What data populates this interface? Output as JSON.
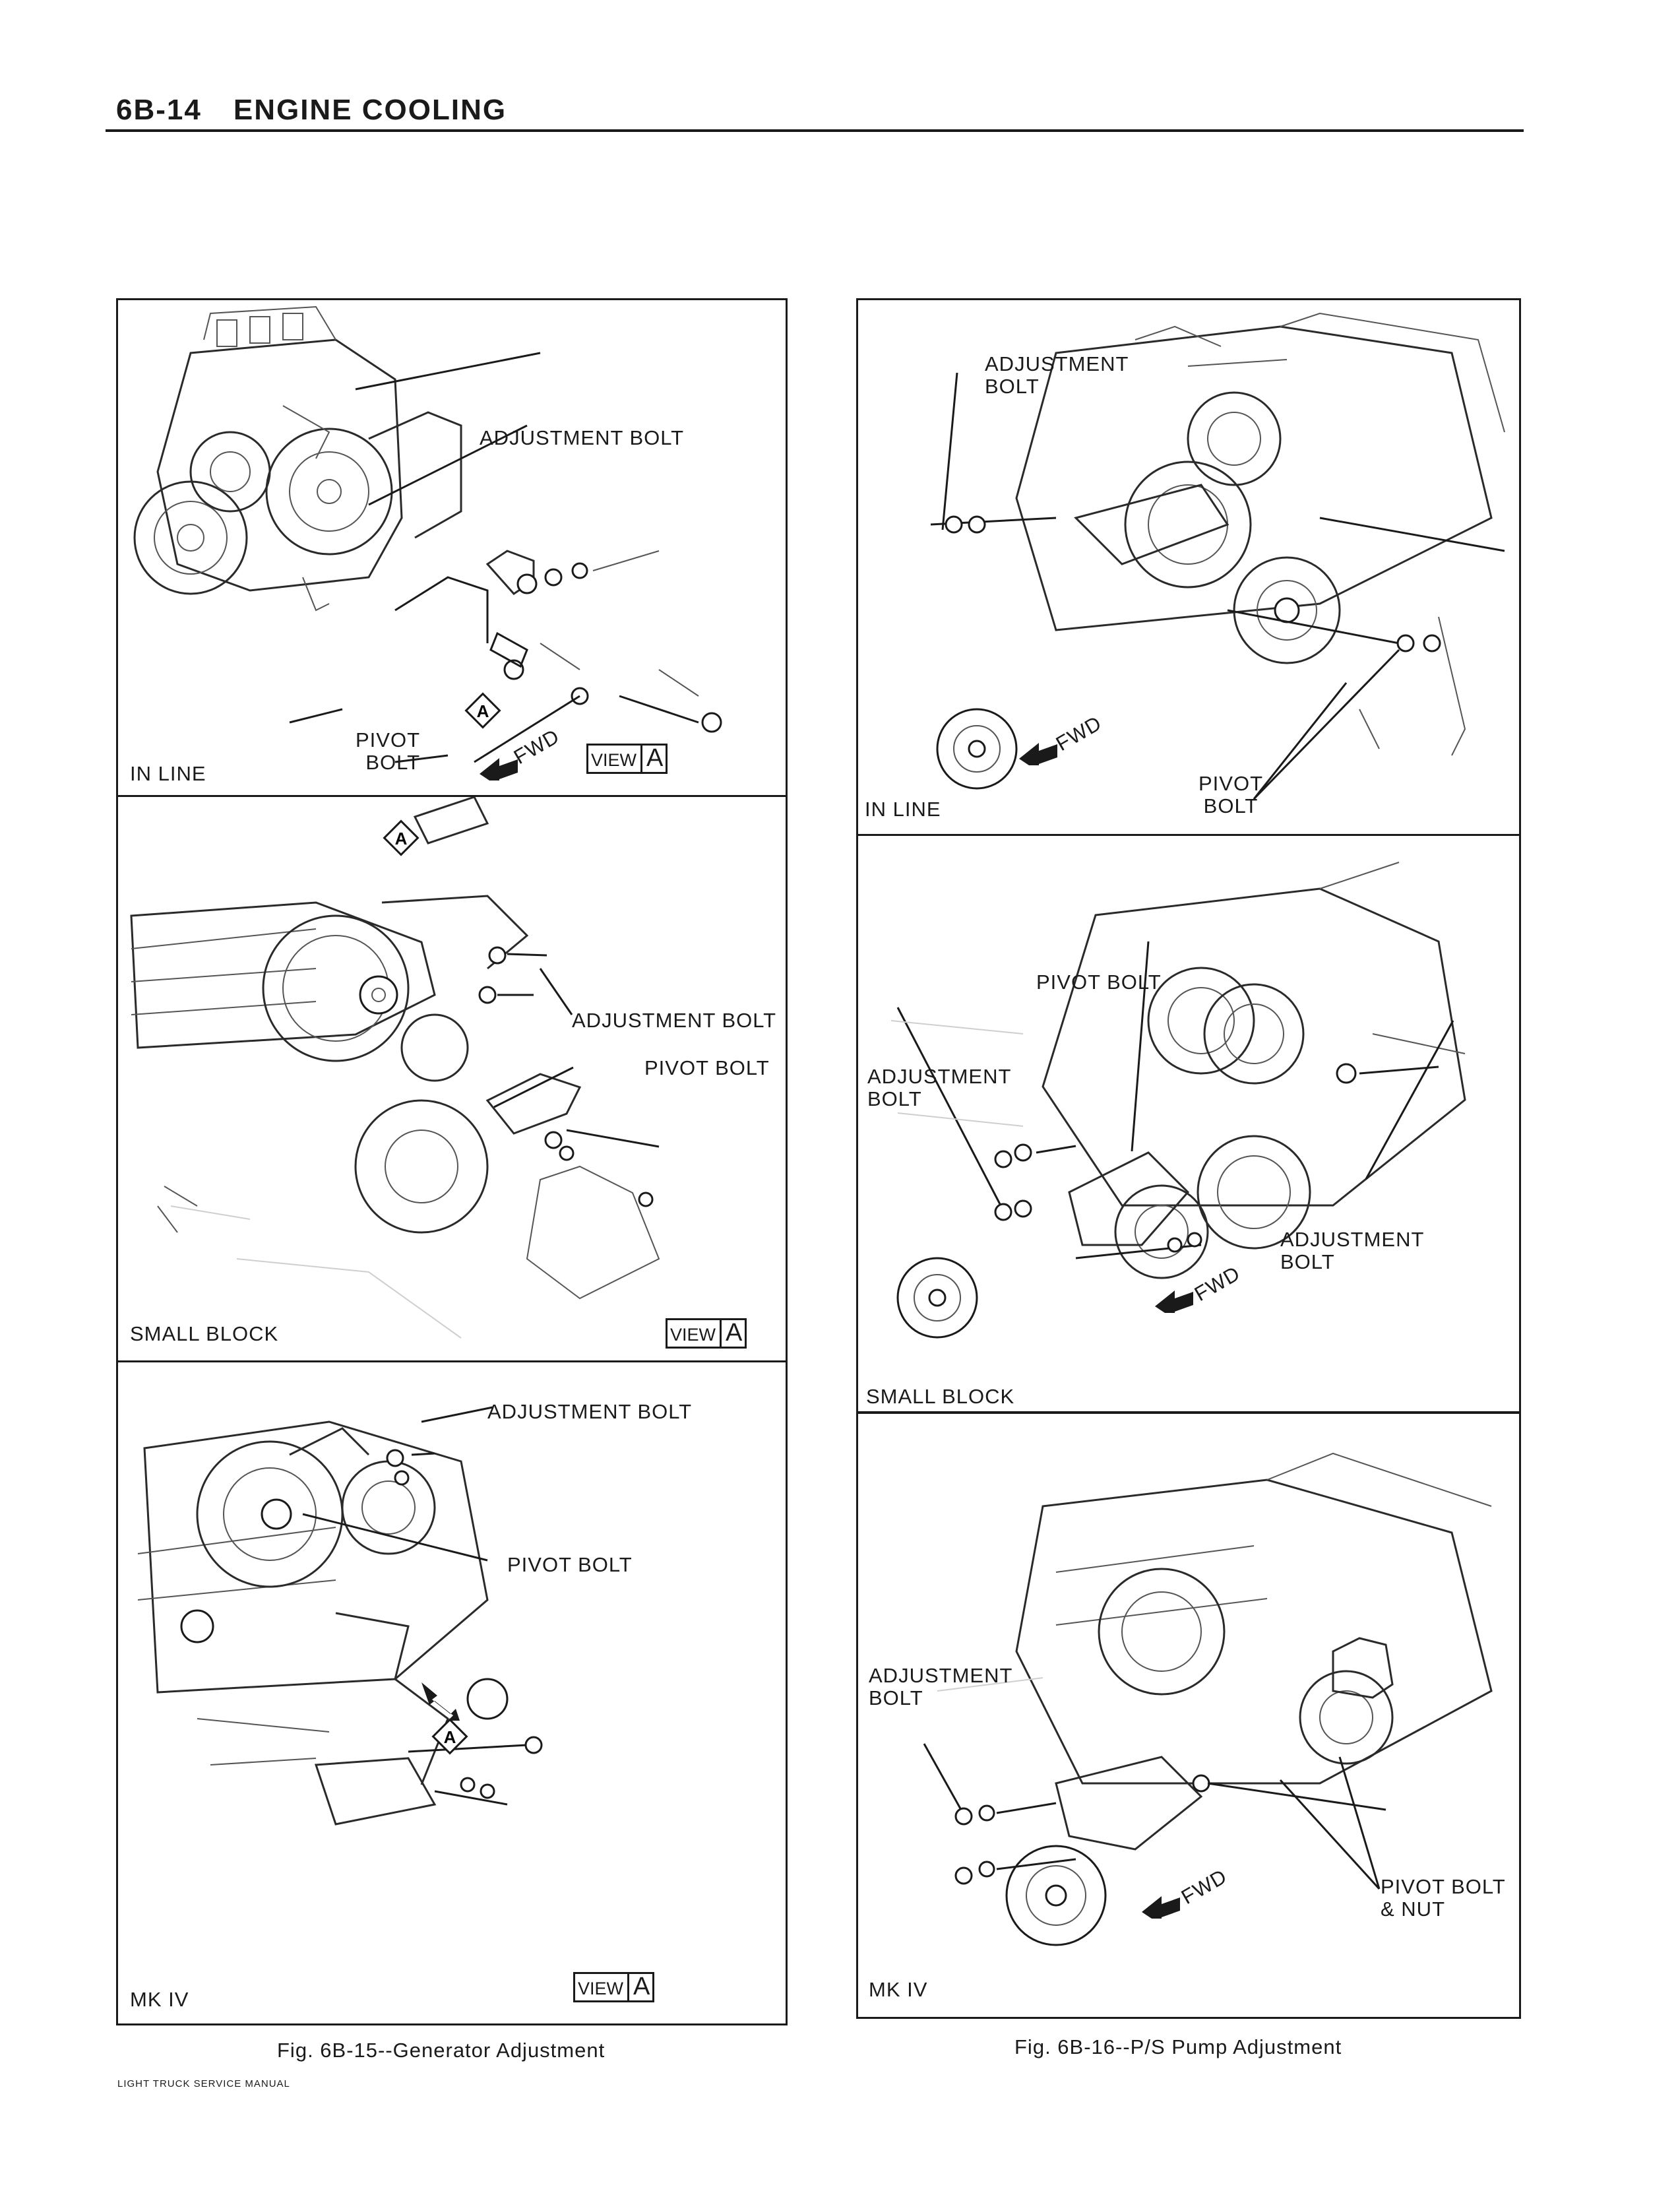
{
  "header": {
    "page_number": "6B-14",
    "section_title": "ENGINE COOLING"
  },
  "figure_left": {
    "caption": "Fig. 6B-15--Generator Adjustment",
    "panels": [
      {
        "label": "IN LINE",
        "callouts": [
          "ADJUSTMENT BOLT",
          "PIVOT\nBOLT",
          "FWD"
        ],
        "view_word": "VIEW",
        "view_letter": "A",
        "marker": "A"
      },
      {
        "label": "SMALL BLOCK",
        "callouts": [
          "ADJUSTMENT BOLT",
          "PIVOT BOLT"
        ],
        "view_word": "VIEW",
        "view_letter": "A",
        "marker": "A"
      },
      {
        "label": "MK IV",
        "callouts": [
          "ADJUSTMENT BOLT",
          "PIVOT BOLT"
        ],
        "view_word": "VIEW",
        "view_letter": "A",
        "marker": "A"
      }
    ]
  },
  "figure_right": {
    "caption": "Fig. 6B-16--P/S Pump Adjustment",
    "panels": [
      {
        "label": "IN LINE",
        "callouts": [
          "ADJUSTMENT\nBOLT",
          "PIVOT\nBOLT",
          "FWD"
        ]
      },
      {
        "label": "SMALL BLOCK",
        "callouts": [
          "PIVOT BOLT",
          "ADJUSTMENT\nBOLT",
          "ADJUSTMENT\nBOLT",
          "FWD"
        ]
      },
      {
        "label": "MK IV",
        "callouts": [
          "ADJUSTMENT\nBOLT",
          "PIVOT BOLT\n& NUT",
          "FWD"
        ]
      }
    ]
  },
  "footer": {
    "text": "LIGHT TRUCK SERVICE MANUAL"
  }
}
